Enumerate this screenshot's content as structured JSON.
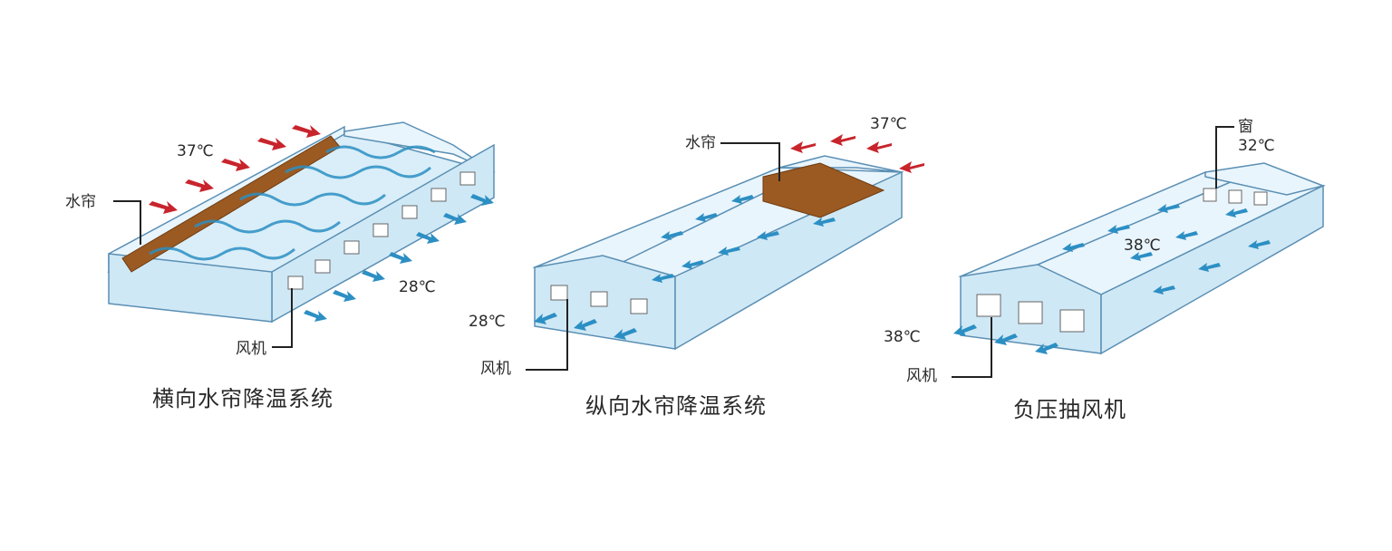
{
  "diagrams": [
    {
      "caption": "横向水帘降温系统",
      "labels": {
        "curtain": "水帘",
        "fan": "风机",
        "temp_in": "37℃",
        "temp_out": "28℃"
      }
    },
    {
      "caption": "纵向水帘降温系统",
      "labels": {
        "curtain": "水帘",
        "fan": "风机",
        "temp_in": "37℃",
        "temp_out": "28℃"
      }
    },
    {
      "caption": "负压抽风机",
      "labels": {
        "window": "窗",
        "fan": "风机",
        "temp_window": "32℃",
        "temp_inside": "38℃",
        "temp_out": "38℃"
      }
    }
  ],
  "colors": {
    "hot_arrow": "#c8242c",
    "cool_arrow": "#2c8fc4",
    "water_curtain": "#9b5a22",
    "wall": "#cfe8f5",
    "outline": "#5a8fb4"
  }
}
